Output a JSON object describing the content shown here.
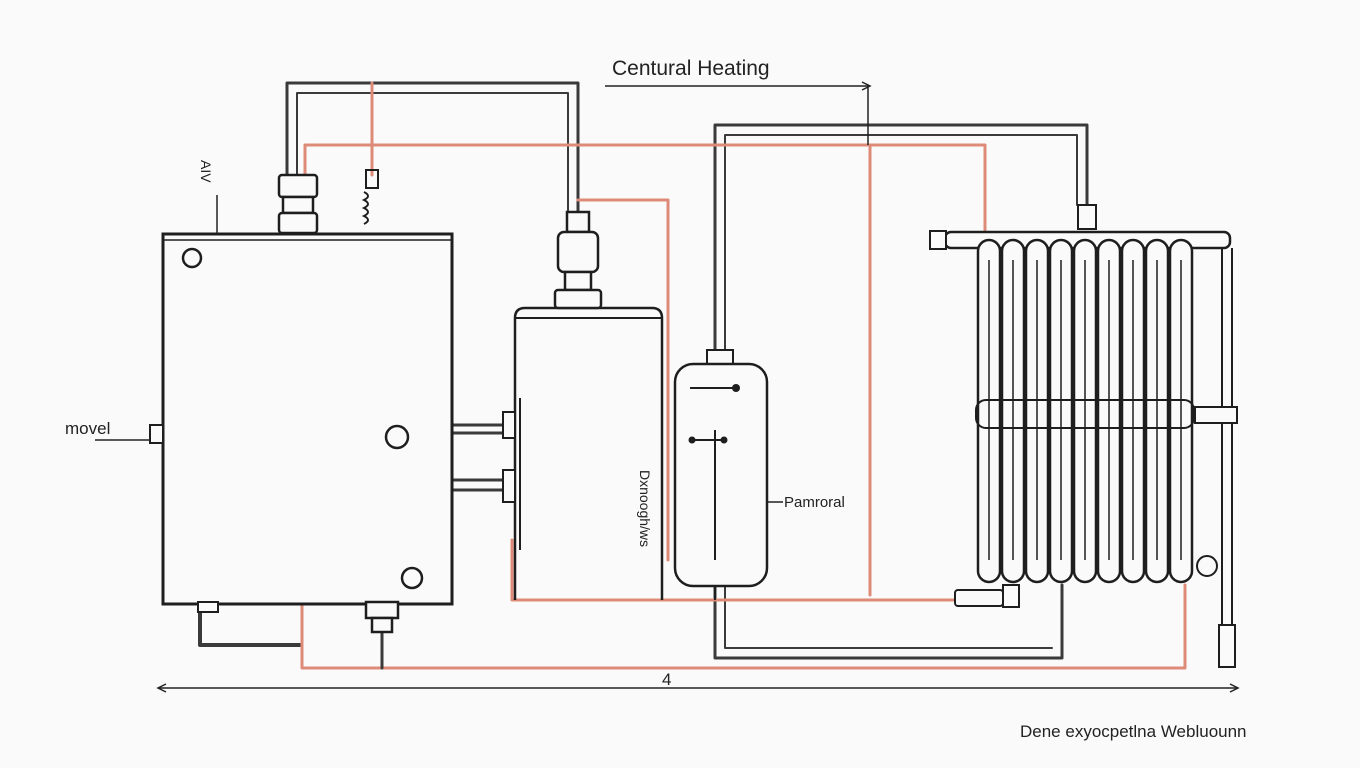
{
  "diagram": {
    "title": "Centural Heating",
    "labels": {
      "left_unit": "movel",
      "valve_tag": "AIV",
      "tank_side": "Dxnoogh/ws",
      "expansion_tank": "Pamroral",
      "dimension": "4",
      "caption": "Dene exyocpetlna Webluounn"
    }
  },
  "colors": {
    "cold_pipe": "#4a4a4a",
    "hot_pipe": "#dd8a78",
    "outline": "#1e1e1e",
    "background": "#fafafa"
  },
  "components": [
    {
      "name": "boiler",
      "icon": "boiler-icon"
    },
    {
      "name": "hot-water-cylinder",
      "icon": "cylinder-icon"
    },
    {
      "name": "expansion-vessel",
      "icon": "vessel-icon"
    },
    {
      "name": "radiator",
      "icon": "radiator-icon"
    }
  ]
}
